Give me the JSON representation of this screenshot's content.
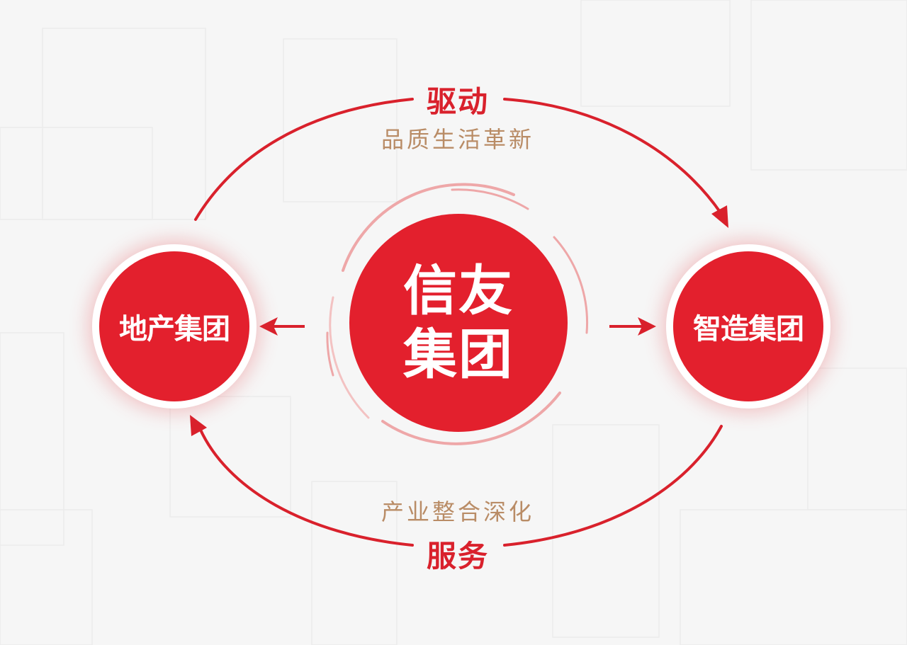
{
  "diagram": {
    "center": {
      "line1": "信友",
      "line2": "集团"
    },
    "left_node": {
      "label": "地产集团"
    },
    "right_node": {
      "label": "智造集团"
    },
    "top_arc": {
      "main": "驱动",
      "sub": "品质生活革新"
    },
    "bottom_arc": {
      "main": "服务",
      "sub": "产业整合深化"
    }
  },
  "colors": {
    "primary_red": "#e3202d",
    "arc_red": "#d9212c",
    "ring_pink": "#eea7a8",
    "sub_text_tan": "#b98c66",
    "background": "#f6f6f6"
  }
}
